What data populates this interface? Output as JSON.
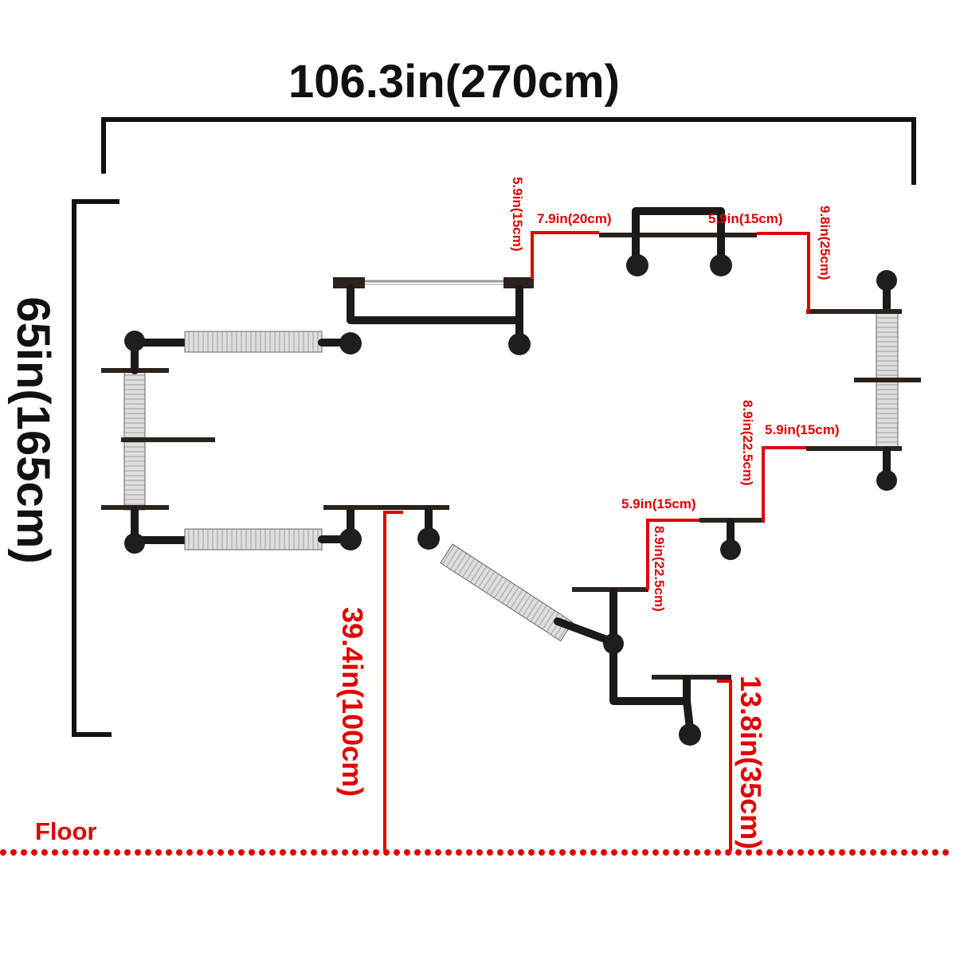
{
  "dimensions": {
    "total_width": "106.3in(270cm)",
    "total_height": "65in(165cm)",
    "floor_to_low_step": "39.4in(100cm)",
    "floor_to_lowest_step": "13.8in(35cm)",
    "top_rise": "5.9in(15cm)",
    "top_gap": "7.9in(20cm)",
    "top_right_gap": "5.9in(15cm)",
    "top_right_drop": "9.8in(25cm)",
    "right_gap": "5.9in(15cm)",
    "right_drop": "8.9in(22.5cm)",
    "mid_gap": "5.9in(15cm)",
    "mid_drop": "8.9in(22.5cm)"
  },
  "floor_label": "Floor",
  "colors": {
    "dimension": "#e00000",
    "pipe": "#1a1a1a",
    "shelf": "#2b211d",
    "sisal": "#d4d4d4"
  }
}
